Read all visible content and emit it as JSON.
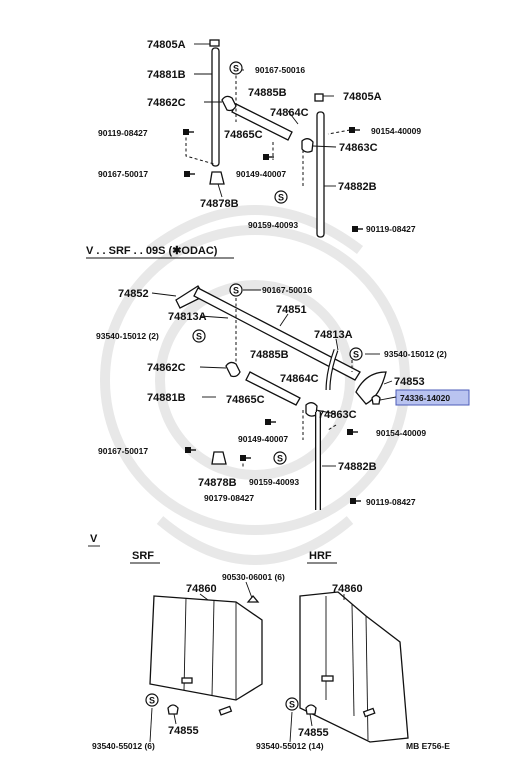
{
  "diagram": {
    "top_labels": {
      "a": "74805A",
      "b": "74881B",
      "c": "90167-50016",
      "d": "74885B",
      "e": "74805A",
      "f": "74862C",
      "g": "74864C",
      "h": "90119-08427",
      "i": "74865C",
      "j": "90154-40009",
      "k": "74863C",
      "l": "90167-50017",
      "m": "90149-40007",
      "n": "74882B",
      "o": "74878B",
      "p": "90159-40093",
      "q": "90119-08427"
    },
    "section2_header": "V . . SRF . . 09S (✱ODAC)",
    "mid_labels": {
      "a": "74852",
      "b": "90167-50016",
      "c": "74851",
      "d": "74813A",
      "e": "93540-15012 (2)",
      "f": "74813A",
      "g": "93540-15012 (2)",
      "h": "74885B",
      "i": "74862C",
      "j": "74864C",
      "k": "74853",
      "l": "74881B",
      "m": "74865C",
      "n": "74863C",
      "o": "90154-40009",
      "p": "90149-40007",
      "q": "90167-50017",
      "r": "74882B",
      "s": "74878B",
      "t": "90159-40093",
      "u": "90179-08427",
      "v": "90119-08427"
    },
    "highlighted_part": "74336-14020",
    "section3_header": "V",
    "srf": {
      "title": "SRF",
      "panel": "74860",
      "screw": "90530-06001 (6)",
      "clip": "74855",
      "fastener": "93540-55012 (6)"
    },
    "hrf": {
      "title": "HRF",
      "panel": "74860",
      "clip": "74855",
      "fastener": "93540-55012 (14)"
    },
    "ref": "MB  E756-E",
    "clip_symbol": "S",
    "colors": {
      "highlight_fill": "#b9c3f0",
      "highlight_border": "#4d5cb8"
    }
  }
}
